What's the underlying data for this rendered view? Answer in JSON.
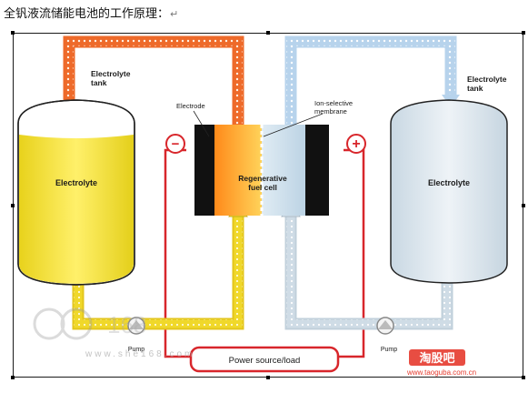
{
  "caption": {
    "text": "全钒液流储能电池的工作原理：",
    "mark": "↵"
  },
  "diagram": {
    "left_tank_label": "Electrolyte tank",
    "right_tank_label": "Electrolyte tank",
    "left_electrolyte": "Electrolyte",
    "right_electrolyte": "Electrolyte",
    "electrode_label": "Electrode",
    "membrane_label": "Ion-selective membrane",
    "cell_label": "Regenerative fuel cell",
    "minus_sign": "−",
    "plus_sign": "+",
    "pump_left": "Pump",
    "pump_right": "Pump",
    "power_label": "Power source/load"
  },
  "watermarks": {
    "left_url": "www.she168.com",
    "right_brand": "淘股吧",
    "right_url": "www.taoguba.com.cn"
  },
  "colors": {
    "left_fluid": "#f2de2e",
    "right_fluid": "#d6e3ec",
    "orange_pipe": "#ee6a2a",
    "blue_pipe": "#b7d3ec",
    "wire": "#d8262b",
    "electrode": "#111111"
  }
}
